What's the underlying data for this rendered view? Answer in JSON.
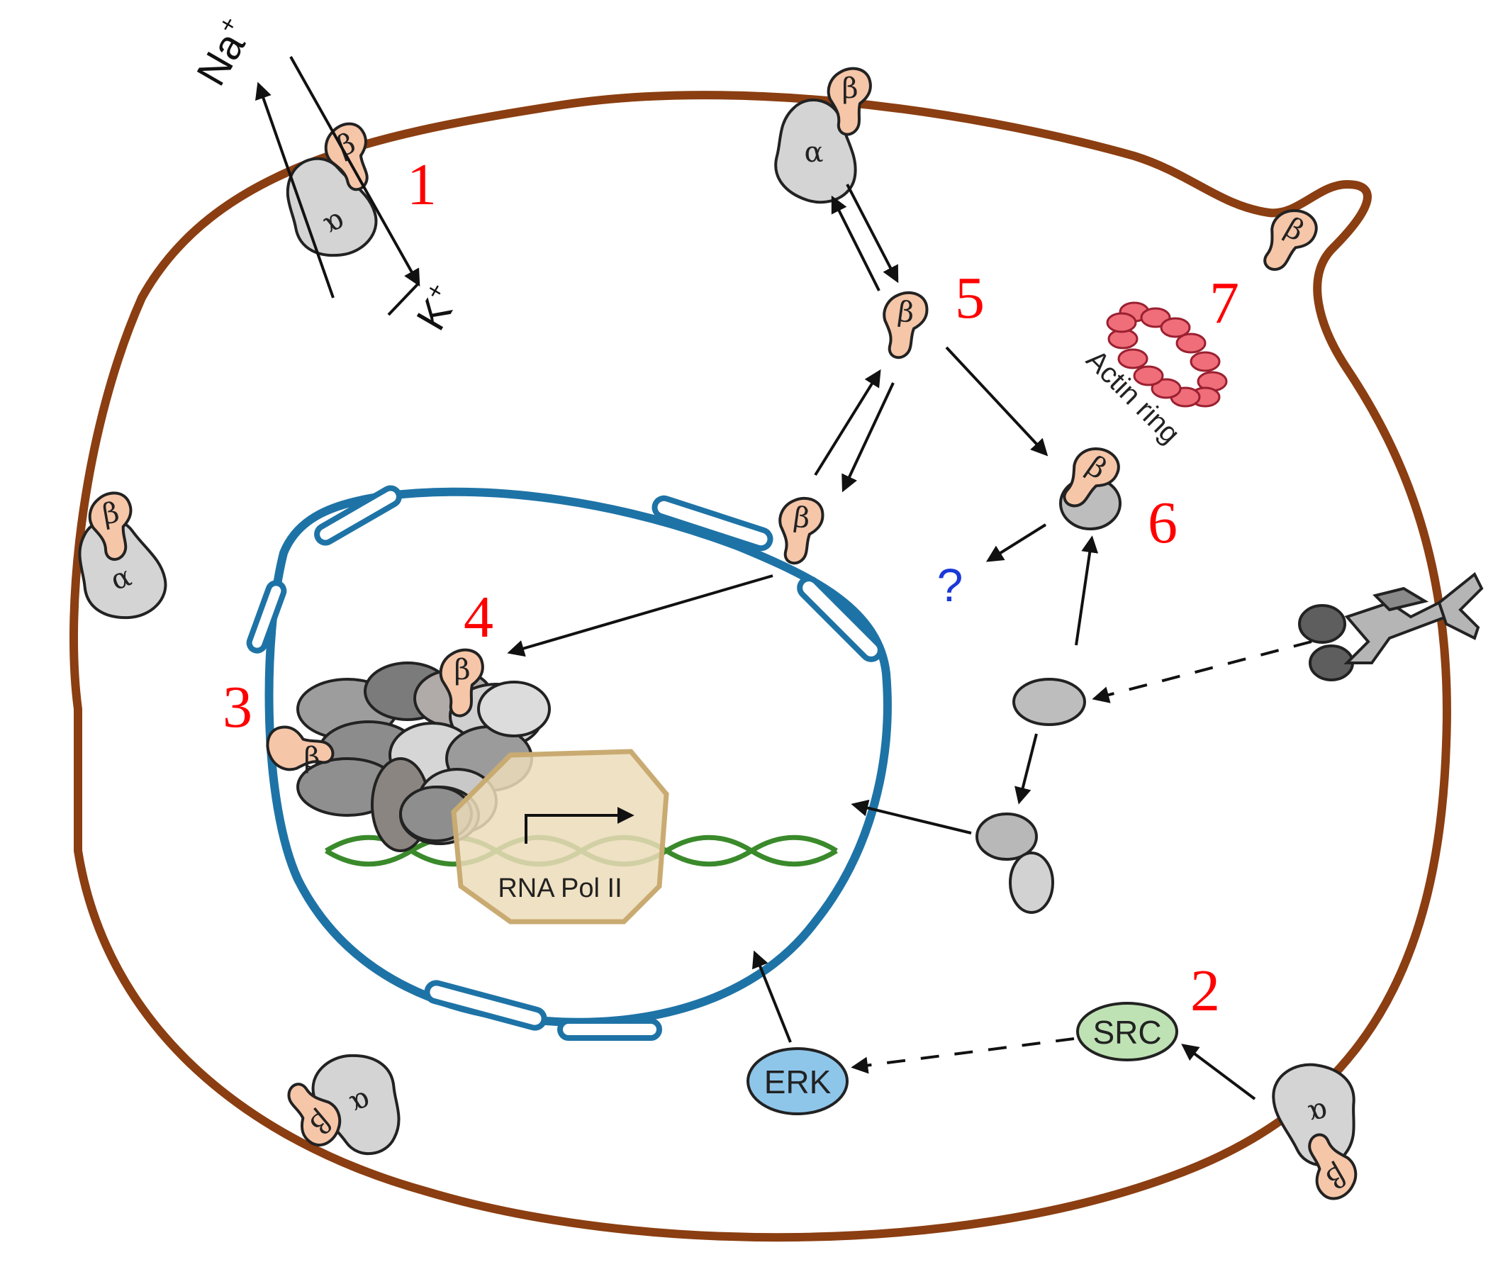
{
  "diagram": {
    "numbers": [
      "1",
      "2",
      "3",
      "4",
      "5",
      "6",
      "7"
    ],
    "ions": {
      "sodium": "Na",
      "sodium_charge": "+",
      "potassium": "K",
      "potassium_charge": "+"
    },
    "subunits": {
      "alpha": "α",
      "beta": "β"
    },
    "labels": {
      "actin_ring": "Actin ring",
      "rna_pol": "RNA Pol II",
      "src": "SRC",
      "erk": "ERK",
      "unknown": "?"
    },
    "colors": {
      "cell_membrane": "#8b3e11",
      "nucleus": "#1e73a6",
      "numbers": "#ff0000",
      "question": "#1a39d6",
      "alpha": "#d4d4d4",
      "beta": "#f6c6a8",
      "actin": "#f06d7a",
      "src": "#bfe2b4",
      "erk": "#8ec6ea",
      "dna": "#3a8a2b",
      "rna_pol": "#ecdcba"
    }
  }
}
